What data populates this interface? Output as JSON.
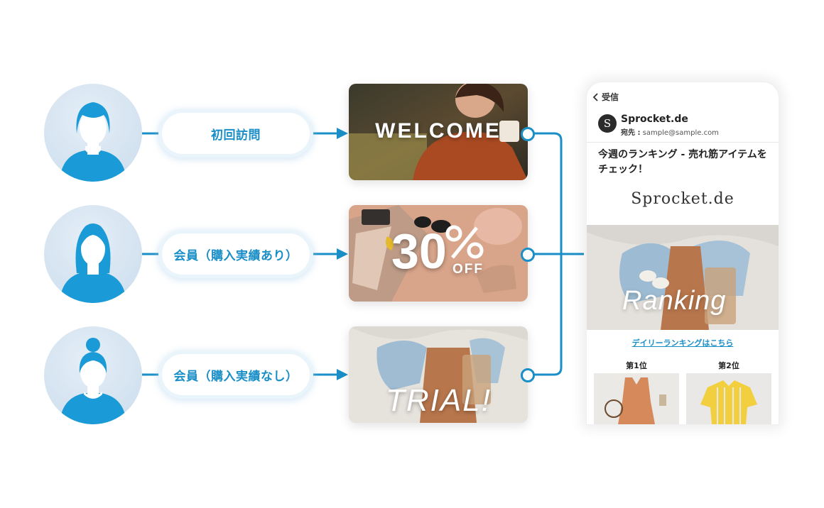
{
  "segments": [
    {
      "label": "初回訪問",
      "avatar_style": "short-hair"
    },
    {
      "label": "会員（購入実績あり）",
      "avatar_style": "long-hair"
    },
    {
      "label": "会員（購入実績なし）",
      "avatar_style": "bun-hair"
    }
  ],
  "banners": {
    "welcome": {
      "text": "WELCOME"
    },
    "discount": {
      "number": "30",
      "sign": "%",
      "suffix": "OFF"
    },
    "trial": {
      "text": "TRIAL!"
    }
  },
  "email": {
    "back_label": "受信",
    "sender_initial": "S",
    "sender_name": "Sprocket.de",
    "to_label": "宛先 :",
    "to_address": "sample@sample.com",
    "subject": "今週のランキング - 売れ筋アイテムをチェック！",
    "brand": "Sprocket.de",
    "hero_text": "Ranking",
    "link_text": "デイリーランキングはこちら",
    "ranks": [
      {
        "label": "第1位"
      },
      {
        "label": "第2位"
      }
    ]
  },
  "colors": {
    "accent": "#1a8fc7",
    "avatar_bg": "#d3e2f0",
    "figure": "#1a9ad6"
  }
}
